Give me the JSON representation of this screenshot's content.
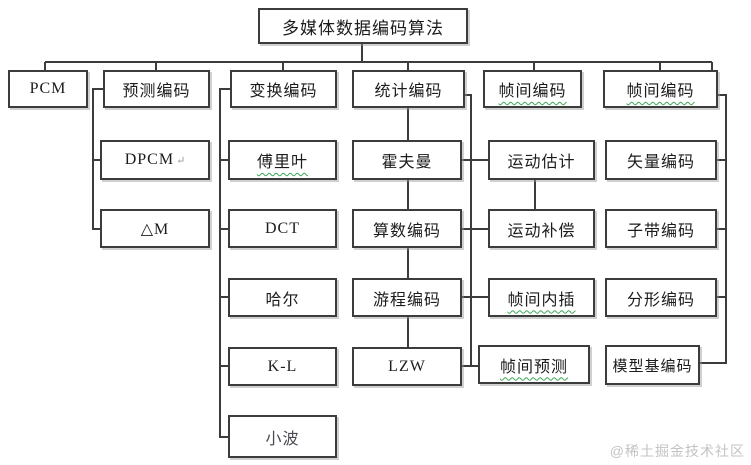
{
  "diagram": {
    "nodes": {
      "root": {
        "label": "多媒体数据编码算法"
      },
      "pcm": {
        "label": "PCM"
      },
      "predictive": {
        "label": "预测编码"
      },
      "dpcm": {
        "label": "DPCM",
        "return_mark": "↵"
      },
      "delta_m": {
        "label": "△M"
      },
      "transform": {
        "label": "变换编码"
      },
      "fourier": {
        "label": "傅里叶"
      },
      "dct": {
        "label": "DCT"
      },
      "haar": {
        "label": "哈尔"
      },
      "kl": {
        "label": "K-L"
      },
      "wavelet": {
        "label": "小波"
      },
      "statistical": {
        "label": "统计编码"
      },
      "huffman": {
        "label": "霍夫曼"
      },
      "arithmetic": {
        "label": "算数编码"
      },
      "runlength": {
        "label": "游程编码"
      },
      "lzw": {
        "label": "LZW"
      },
      "interframe1": {
        "label": "帧间编码"
      },
      "motion_estimation": {
        "label": "运动估计"
      },
      "motion_compensation": {
        "label": "运动补偿"
      },
      "interframe_interpolation": {
        "label": "帧间内插"
      },
      "interframe_prediction": {
        "label": "帧间预测"
      },
      "interframe2": {
        "label": "帧间编码"
      },
      "vector": {
        "label": "矢量编码"
      },
      "subband": {
        "label": "子带编码"
      },
      "fractal": {
        "label": "分形编码"
      },
      "model_based": {
        "label": "模型基编码"
      }
    },
    "colors": {
      "box_border": "#3c3c3c",
      "text": "#1c1c1c",
      "spellcheck_underline": "#3aa655",
      "watermark": "#c3c3c3"
    }
  },
  "watermark": {
    "text": "@稀土掘金技术社区"
  }
}
